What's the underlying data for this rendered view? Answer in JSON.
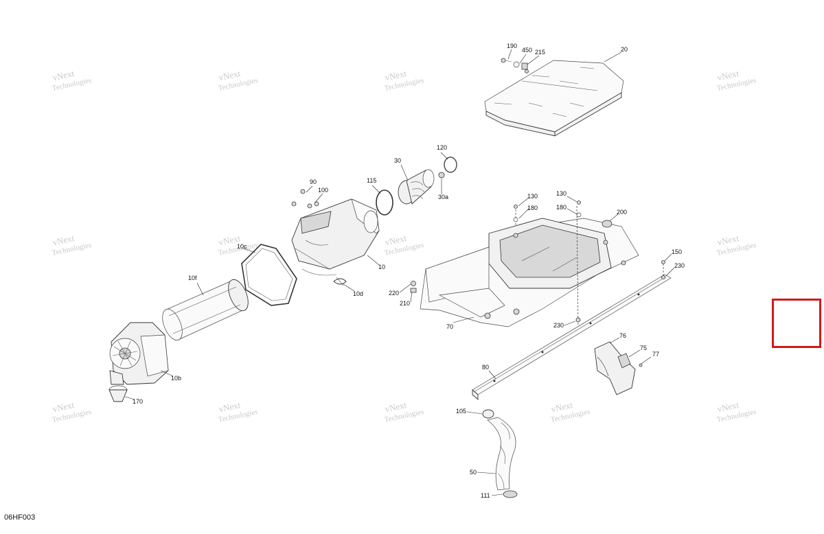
{
  "diagram_code": "06HF003",
  "watermark_lines": [
    "vNext",
    "Technologies"
  ],
  "highlight_color": "#d11a1a",
  "part_labels": [
    "20",
    "190",
    "450",
    "215",
    "120",
    "30",
    "30a",
    "115",
    "90",
    "100",
    "10",
    "10c",
    "10d",
    "10f",
    "10b",
    "170",
    "130",
    "180",
    "200",
    "150",
    "230",
    "220",
    "210",
    "70",
    "76",
    "75",
    "77",
    "80",
    "105",
    "50",
    "111"
  ]
}
